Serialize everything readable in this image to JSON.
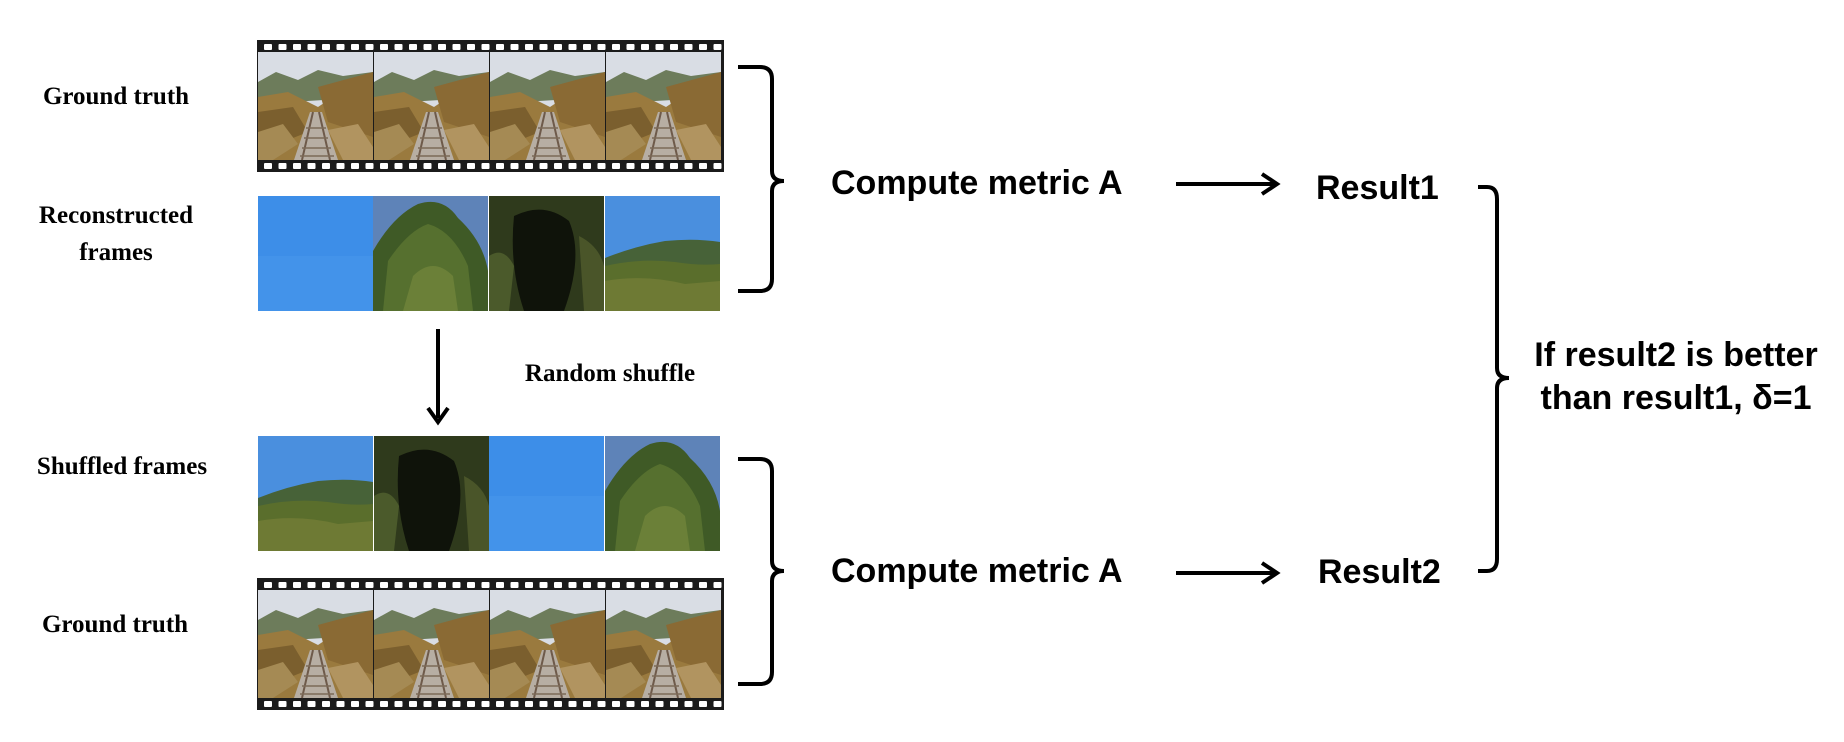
{
  "labels": {
    "ground_truth_top": "Ground truth",
    "reconstructed_line1": "Reconstructed",
    "reconstructed_line2": "frames",
    "random_shuffle": "Random shuffle",
    "shuffled_frames": "Shuffled frames",
    "ground_truth_bottom": "Ground truth"
  },
  "process": {
    "compute_top": "Compute metric A",
    "compute_bottom": "Compute metric A",
    "result1": "Result1",
    "result2": "Result2",
    "conclusion_line1": "If result2 is better",
    "conclusion_line2": "than result1, δ=1"
  },
  "strips": {
    "ground_truth": [
      "railway",
      "railway",
      "railway",
      "railway"
    ],
    "reconstructed": [
      "sky",
      "tree",
      "dark-tree",
      "hills"
    ],
    "shuffled": [
      "hills",
      "dark-tree",
      "sky",
      "tree"
    ]
  },
  "colors": {
    "film": "#1b1b1b",
    "sky": "#3d8ee8",
    "ink": "#000000"
  }
}
